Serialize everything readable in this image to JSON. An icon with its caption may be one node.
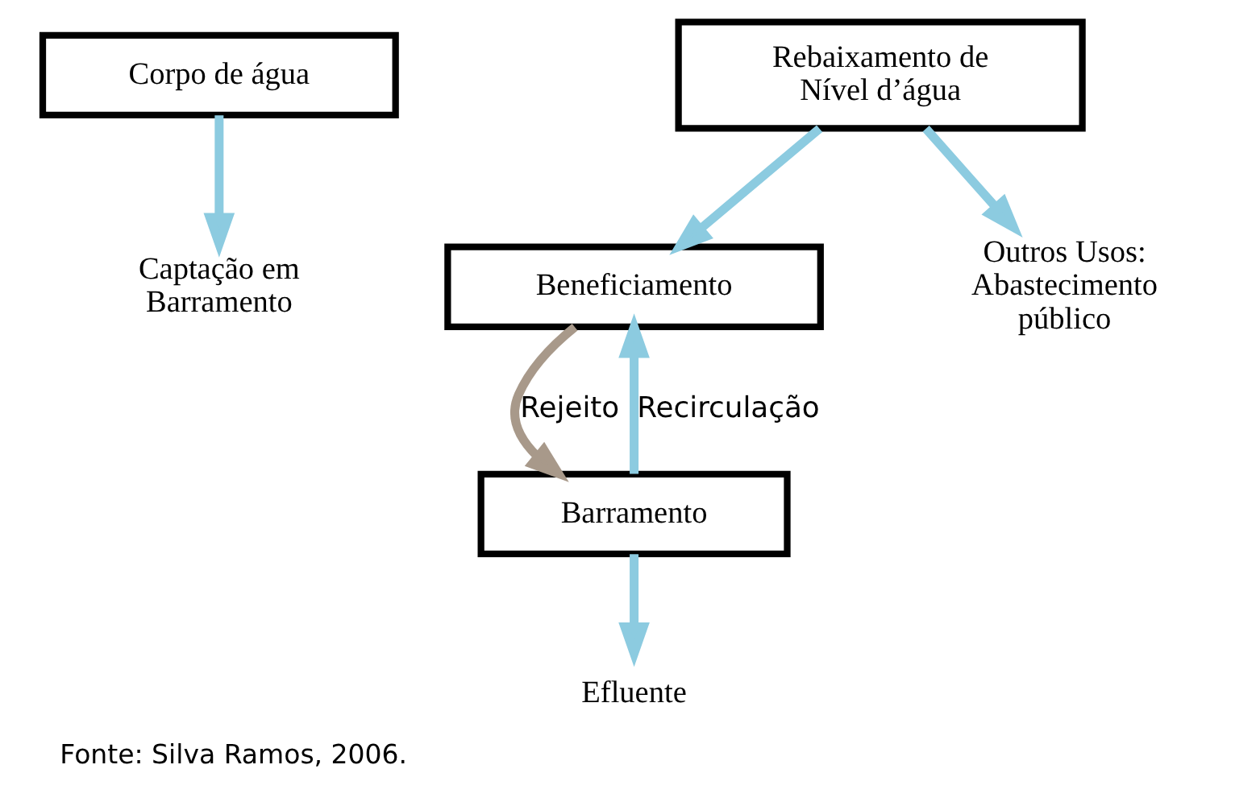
{
  "diagram": {
    "caption": "Fonte: Silva Ramos, 2006.",
    "nodes": [
      {
        "text": [
          "Corpo de água"
        ]
      },
      {
        "text": [
          "Captação em Barramento"
        ]
      },
      {
        "text": [
          "Rebaixamento de Nível d’água"
        ]
      },
      {
        "text": [
          "Beneficiamento"
        ]
      },
      {
        "text": [
          "Outros Usos: Abastecimento público"
        ]
      },
      {
        "text": [
          "Barramento"
        ]
      },
      {
        "text": [
          "Efluente"
        ]
      }
    ],
    "edges": [
      {
        "from": 0,
        "to": 1,
        "arrow": "to"
      },
      {
        "from": 2,
        "to": 3,
        "arrow": "to"
      },
      {
        "from": 2,
        "to": 4,
        "arrow": "to"
      },
      {
        "from": 3,
        "to": 5,
        "arrow": "to",
        "label": "Rejeito",
        "color": "#a8998a"
      },
      {
        "from": 5,
        "to": 3,
        "arrow": "to",
        "label": "Recirculação"
      },
      {
        "from": 5,
        "to": 6,
        "arrow": "to"
      }
    ]
  }
}
